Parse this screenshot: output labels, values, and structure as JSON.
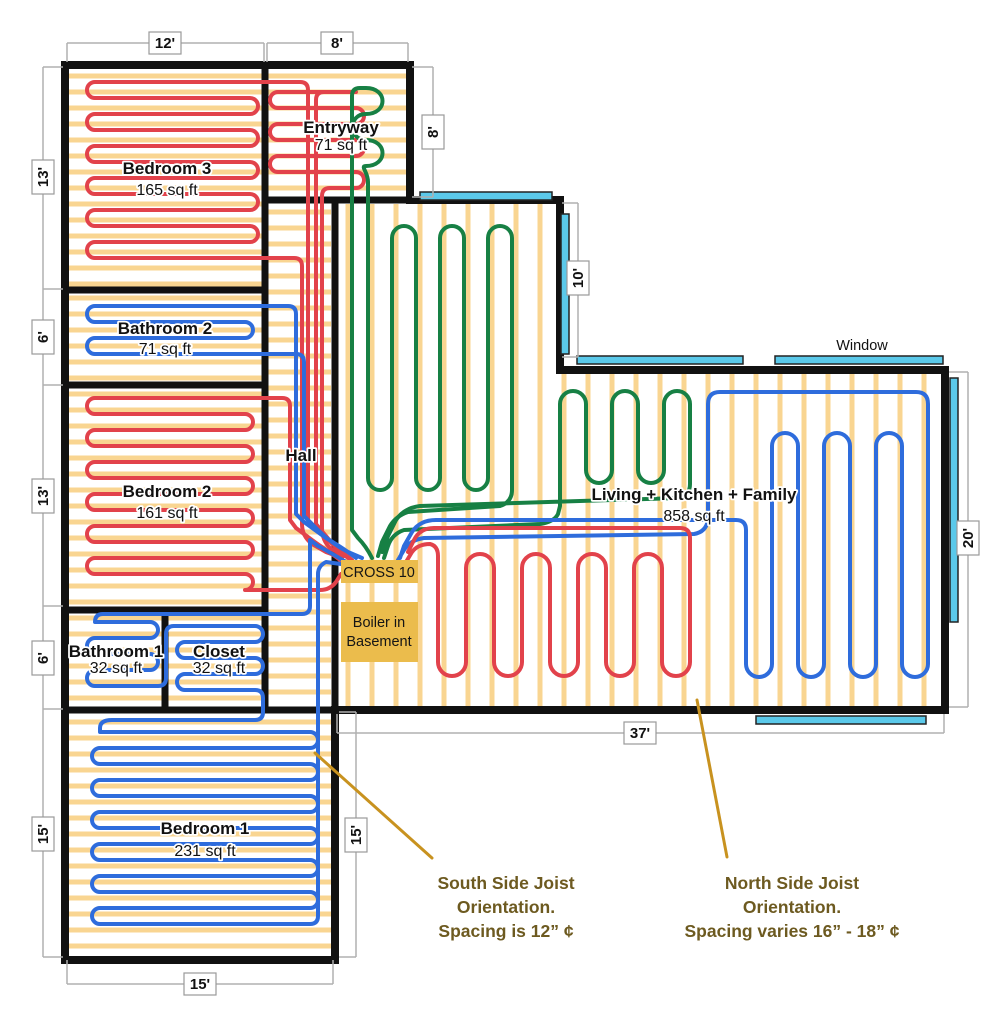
{
  "rooms": {
    "bedroom3": {
      "name": "Bedroom 3",
      "area": "165 sq ft"
    },
    "entryway": {
      "name": "Entryway",
      "area": "71 sq ft"
    },
    "bathroom2": {
      "name": "Bathroom 2",
      "area": "71 sq ft"
    },
    "bedroom2": {
      "name": "Bedroom 2",
      "area": "161 sq ft"
    },
    "hall": {
      "name": "Hall"
    },
    "bathroom1": {
      "name": "Bathroom 1",
      "area": "32 sq ft"
    },
    "closet": {
      "name": "Closet",
      "area": "32 sq ft"
    },
    "bedroom1": {
      "name": "Bedroom 1",
      "area": "231 sq ft"
    },
    "living": {
      "name": "Living + Kitchen + Family",
      "area": "858 sq ft"
    }
  },
  "labels": {
    "window": "Window",
    "cross": "CROSS 10",
    "boiler_line1": "Boiler in",
    "boiler_line2": "Basement"
  },
  "dims": {
    "top_bedroom3": "12'",
    "top_entry": "8'",
    "left_bedroom3": "13'",
    "left_bathroom2": "6'",
    "left_bedroom2": "13'",
    "left_bathroom1": "6'",
    "left_bedroom1": "15'",
    "bottom_bedroom1": "15'",
    "right_bedroom1": "15'",
    "entry_right": "8'",
    "middle_right": "10'",
    "right_living": "20'",
    "bottom_living": "37'"
  },
  "annotations": {
    "south": {
      "line1": "South Side Joist",
      "line2": "Orientation.",
      "line3": "Spacing is 12” ¢"
    },
    "north": {
      "line1": "North Side Joist",
      "line2": "Orientation.",
      "line3": "Spacing varies 16” - 18” ¢"
    }
  },
  "legend_colors": {
    "pipe_red": "#E2424B",
    "pipe_blue": "#2E6CDC",
    "pipe_green": "#178044",
    "joist": "#F8CE7E",
    "window": "#5BC9EA",
    "manifold_box": "#EBBC4C",
    "wall": "#111111",
    "annotation_text": "#6d5a20",
    "leader_line": "#C8921F",
    "dim_line": "#b0b0b0"
  }
}
